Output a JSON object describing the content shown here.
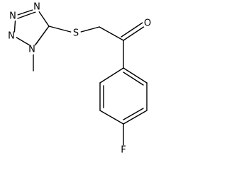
{
  "molecule": {
    "atom_labels": {
      "n_top": "N",
      "n_left_upper": "N",
      "n_left_lower": "N",
      "n_methyl": "N",
      "sulfur": "S",
      "oxygen": "O",
      "fluorine": "F"
    },
    "colors": {
      "bonds": "#000000",
      "labels": "#000000",
      "background": "#ffffff"
    }
  }
}
